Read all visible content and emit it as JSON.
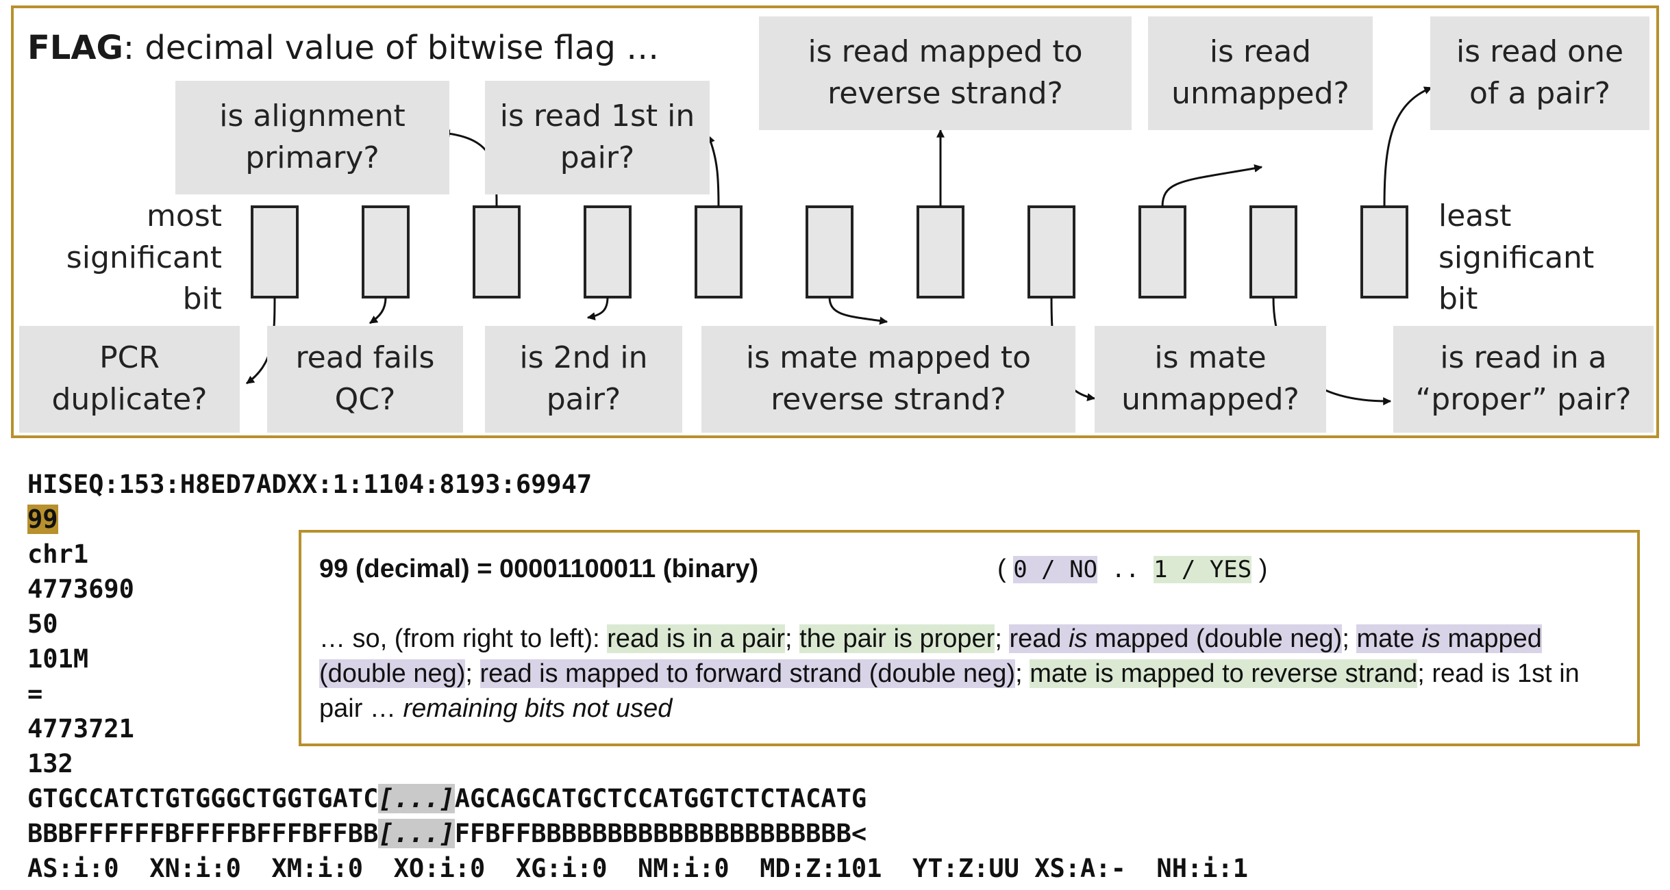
{
  "flag_panel": {
    "title_bold": "FLAG",
    "title_rest": ": decimal value of bitwise flag …",
    "msb_label": "most\nsignificant\nbit",
    "lsb_label": "least\nsignificant\nbit",
    "top_labels": [
      "is alignment\nprimary?",
      "is read 1st in\npair?",
      "is read mapped to\nreverse strand?",
      "is read\nunmapped?",
      "is read one\nof a pair?"
    ],
    "bottom_labels": [
      "PCR\nduplicate?",
      "read fails\nQC?",
      "is 2nd in\npair?",
      "is mate mapped to\nreverse strand?",
      "is mate\nunmapped?",
      "is read in a\n“proper” pair?"
    ],
    "colors": {
      "border": "#b8902c",
      "label_box": "#e3e3e3"
    }
  },
  "sam_record": {
    "qname": "HISEQ:153:H8ED7ADXX:1:1104:8193:69947",
    "flag": "99",
    "rname": "chr1",
    "pos": "4773690",
    "mapq": "50",
    "cigar": "101M",
    "rnext": "=",
    "pnext": "4773721",
    "tlen": "132",
    "seq_start": "GTGCCATCTGTGGGCTGGTGATC",
    "seq_elide": "[...]",
    "seq_end": "AGCAGCATGCTCCATGGTCTCTACATG",
    "qual_start": "BBBFFFFFFBFFFFBFFFBFFBB",
    "qual_elide": "[...]",
    "qual_end": "FFBFFBBBBBBBBBBBBBBBBBBBBB<",
    "tags": "AS:i:0  XN:i:0  XM:i:0  XO:i:0  XG:i:0  NM:i:0  MD:Z:101  YT:Z:UU XS:A:-  NH:i:1"
  },
  "explanation": {
    "equation": "99 (decimal) = 00001100011 (binary)",
    "legend_open": "( ",
    "legend_no": "0 / NO",
    "legend_sep": " .. ",
    "legend_yes": "1 / YES",
    "legend_close": " )",
    "p_lead": "… so, (from right to left): ",
    "p_pair": "read is in a pair",
    "p_semi": "; ",
    "p_proper": "the pair is proper",
    "p_read_a": "read ",
    "p_read_is": "is",
    "p_read_b": " mapped (double neg)",
    "p_mate_a": "mate ",
    "p_mate_is": "is",
    "p_mate_b": " mapped (double neg)",
    "p_forward": "read is mapped to forward strand (double neg)",
    "p_mate_rev": "mate is mapped to reverse strand",
    "p_first": "; read is 1st in pair … ",
    "p_remaining": "remaining bits not used",
    "colors": {
      "yes": "#dbe9d3",
      "no": "#d8d3e7",
      "highlight": "#b8902c"
    }
  }
}
